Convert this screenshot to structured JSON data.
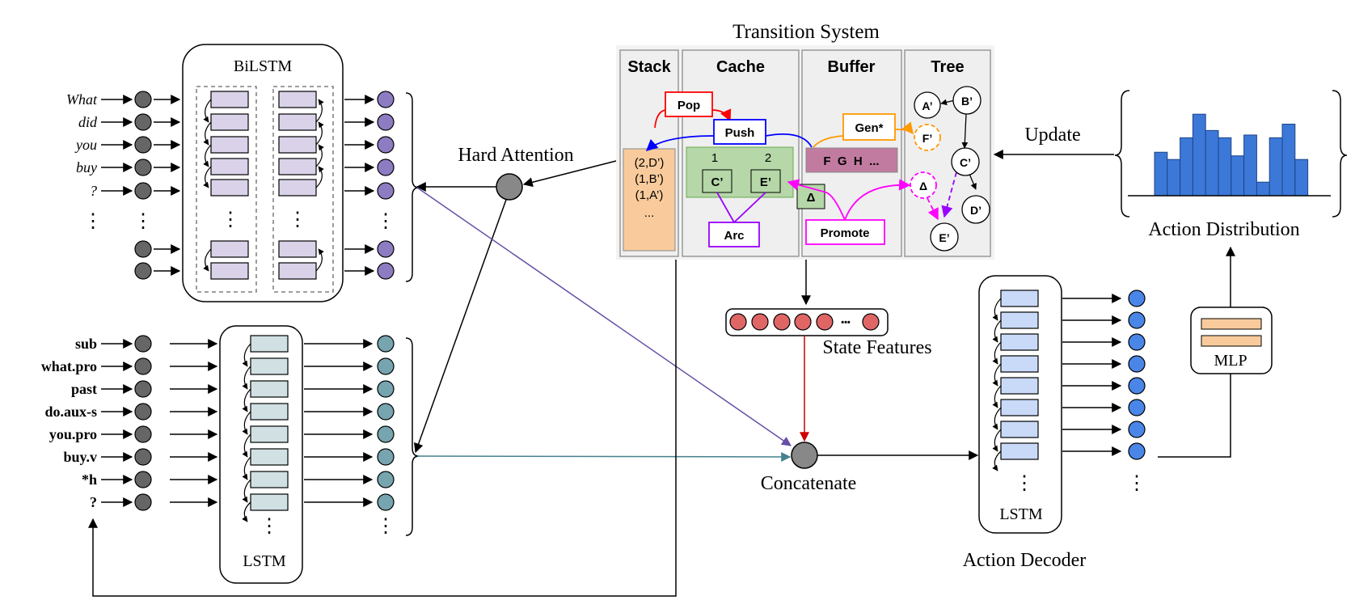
{
  "transition_system": {
    "title": "Transition System",
    "stack": {
      "header": "Stack",
      "items": [
        "(2,D’)",
        "(1,B’)",
        "(1,A’)",
        "..."
      ]
    },
    "cache": {
      "header": "Cache",
      "slot_labels": [
        "1",
        "2"
      ],
      "items": [
        "C’",
        "E’"
      ]
    },
    "buffer": {
      "header": "Buffer",
      "tokens": "F  G  H  ..."
    },
    "tree": {
      "header": "Tree",
      "nodes": [
        "A’",
        "B’",
        "F’",
        "C’",
        "Δ",
        "D’",
        "E’"
      ]
    },
    "actions": {
      "pop": "Pop",
      "push": "Push",
      "gen": "Gen*",
      "arc": "Arc",
      "promote": "Promote",
      "delta": "Δ"
    }
  },
  "bilstm": {
    "title": "BiLSTM",
    "words": [
      "What",
      "did",
      "you",
      "buy",
      "?"
    ],
    "ellipsis": "⋮"
  },
  "lstm_encoder": {
    "title": "LSTM",
    "tokens": [
      "sub",
      "what.pro",
      "past",
      "do.aux-s",
      "you.pro",
      "buy.v",
      "*h",
      "?"
    ],
    "ellipsis": "⋮"
  },
  "labels": {
    "hard_attention": "Hard Attention",
    "state_features": "State Features",
    "concatenate": "Concatenate",
    "update": "Update",
    "action_distribution": "Action Distribution",
    "action_decoder": "Action Decoder",
    "decoder_lstm": "LSTM",
    "mlp": "MLP",
    "state_dots": "•••"
  },
  "action_distribution": {
    "type": "bar",
    "values": [
      0.48,
      0.4,
      0.64,
      0.9,
      0.72,
      0.64,
      0.44,
      0.67,
      0.15,
      0.64,
      0.79,
      0.4
    ],
    "ylim": [
      0,
      1
    ]
  },
  "colors": {
    "stack_fill": "#f9cb9c",
    "cache_fill": "#b6d7a8",
    "buffer_fill": "#c27ba0",
    "bilstm_cell": "#d9d2e9",
    "bilstm_output": "#8e7cc3",
    "encoder_cell": "#d0e0e3",
    "encoder_output": "#76a5af",
    "decoder_cell": "#c9daf8",
    "decoder_output": "#4a86e8",
    "bars": "#3c78d8",
    "state_feature": "#e06666",
    "pop": "#ff0000",
    "push": "#0000ff",
    "gen": "#ff9900",
    "arc": "#9900ff",
    "promote": "#ff00ff",
    "attention_line": "#674ea7",
    "encoder_line": "#45818e",
    "state_arrow": "#cc0000"
  }
}
